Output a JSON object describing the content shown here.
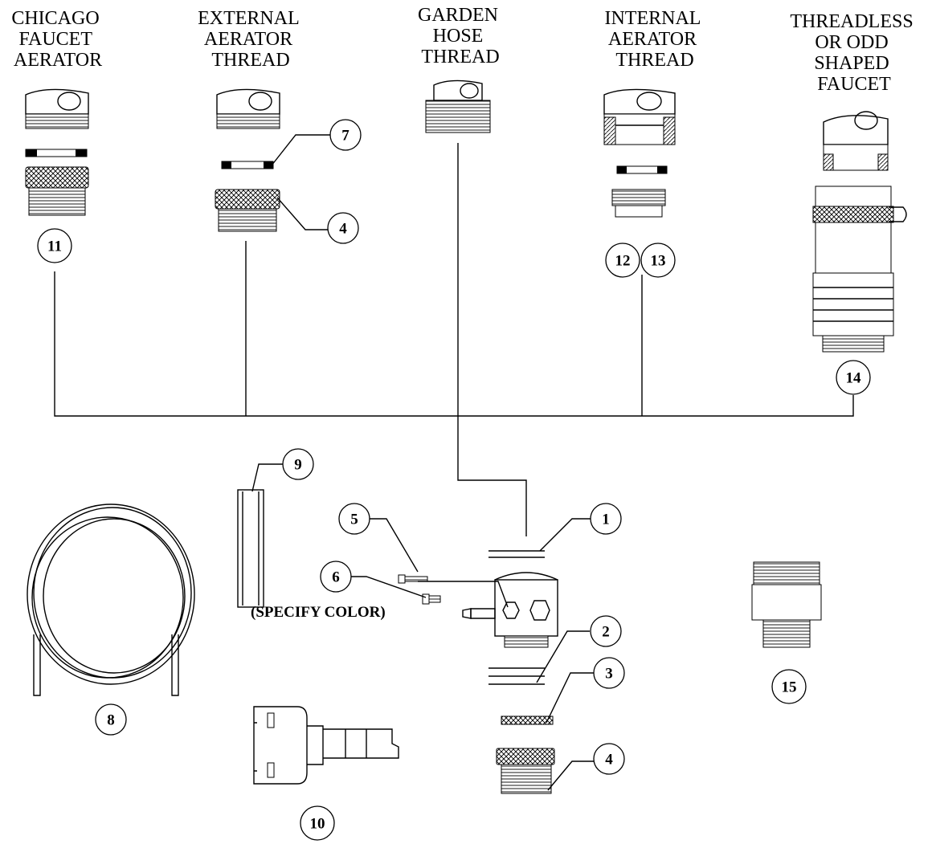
{
  "headers": [
    {
      "id": "chicago",
      "lines": [
        "CHICAGO",
        "FAUCET",
        "AERATOR"
      ]
    },
    {
      "id": "external",
      "lines": [
        "EXTERNAL",
        "AERATOR",
        "THREAD"
      ]
    },
    {
      "id": "garden",
      "lines": [
        "GARDEN",
        "HOSE",
        "THREAD"
      ]
    },
    {
      "id": "internal",
      "lines": [
        "INTERNAL",
        "AERATOR",
        "THREAD"
      ]
    },
    {
      "id": "threadless",
      "lines": [
        "THREADLESS",
        "OR ODD",
        "SHAPED",
        "FAUCET"
      ]
    }
  ],
  "callouts": {
    "c1": "1",
    "c2": "2",
    "c3": "3",
    "c4a": "4",
    "c4b": "4",
    "c5": "5",
    "c6": "6",
    "c7": "7",
    "c8": "8",
    "c9": "9",
    "c10": "10",
    "c11": "11",
    "c12": "12",
    "c13": "13",
    "c14": "14",
    "c15": "15"
  },
  "note": "(SPECIFY COLOR)"
}
